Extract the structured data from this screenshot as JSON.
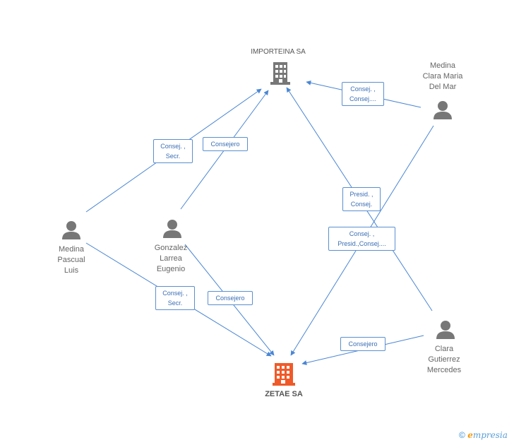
{
  "companies": {
    "importeina": {
      "name": "IMPORTEINA SA"
    },
    "zetae": {
      "name": "ZETAE SA"
    }
  },
  "people": {
    "medina_clara": {
      "lines": [
        "Medina",
        "Clara Maria",
        "Del Mar"
      ]
    },
    "medina_pascual": {
      "lines": [
        "Medina",
        "Pascual",
        "Luis"
      ]
    },
    "gonzalez": {
      "lines": [
        "Gonzalez",
        "Larrea",
        "Eugenio"
      ]
    },
    "clara_gutierrez": {
      "lines": [
        "Clara",
        "Gutierrez",
        "Mercedes"
      ]
    }
  },
  "edges": {
    "pascual_importeina": [
      "Consej. ,",
      "Secr."
    ],
    "gonzalez_importeina": [
      "Consejero"
    ],
    "clara_importeina": [
      "Consej. ,",
      "Consej...."
    ],
    "gutierrez_importeina": [
      "Presid. ,",
      "Consej."
    ],
    "clara_zetae": [
      "Consej. ,",
      "Presid.,Consej...."
    ],
    "pascual_zetae": [
      "Consej. ,",
      "Secr."
    ],
    "gonzalez_zetae": [
      "Consejero"
    ],
    "gutierrez_zetae": [
      "Consejero"
    ]
  },
  "colors": {
    "edge": "#4a86d4",
    "person": "#777777",
    "company_secondary": "#777777",
    "company_main": "#f05a28"
  },
  "footer": {
    "copyright": "©",
    "brand_initial": "e",
    "brand_rest": "mpresia"
  }
}
